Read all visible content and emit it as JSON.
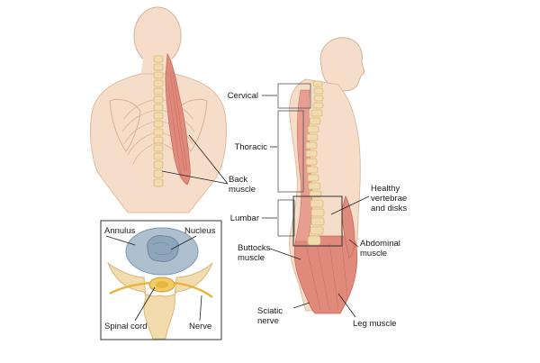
{
  "labels": {
    "cervical": "Cervical",
    "thoracic": "Thoracic",
    "lumbar": "Lumbar",
    "back_muscle": [
      "Back",
      "muscle"
    ],
    "healthy_vertebrae": [
      "Healthy",
      "vertebrae",
      "and disks"
    ],
    "abdominal_muscle": [
      "Abdominal",
      "muscle"
    ],
    "buttocks_muscle": [
      "Buttocks",
      "muscle"
    ],
    "sciatic_nerve": [
      "Sciatic",
      "nerve"
    ],
    "leg_muscle": "Leg muscle",
    "annulus": "Annulus",
    "nucleus": "Nucleus",
    "spinal_cord": "Spinal cord",
    "nerve": "Nerve"
  },
  "colors": {
    "skin": "#f6ddc9",
    "skin_shade": "#e9c2a6",
    "muscle": "#e08a7c",
    "muscle_dark": "#c96a5c",
    "bone": "#f2dcae",
    "bone_dark": "#d9b77a",
    "disc": "#aebfd0",
    "disc_dark": "#7f97ad"
  }
}
